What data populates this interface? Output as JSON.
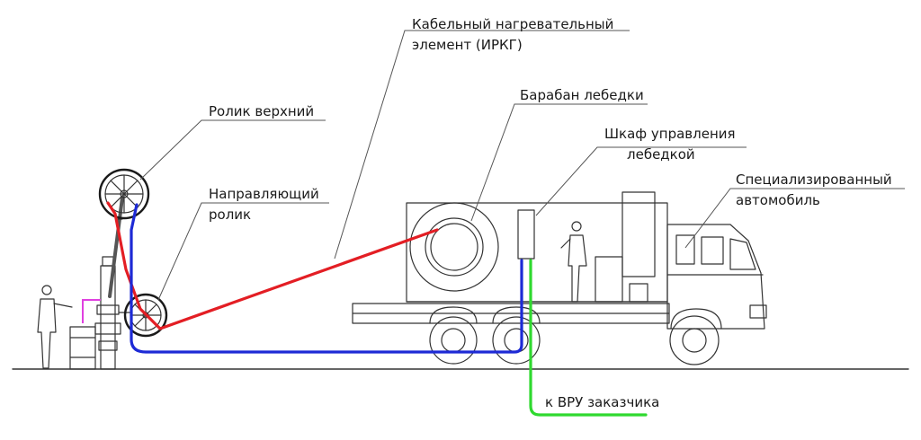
{
  "labels": {
    "cable_heating_element": [
      "Кабельный нагревательный",
      "элемент (ИРКГ)"
    ],
    "winch_drum": "Барабан лебедки",
    "winch_control_cabinet": [
      "Шкаф управления",
      "лебедкой"
    ],
    "upper_roller": "Ролик верхний",
    "guide_roller": [
      "Направляющий",
      "ролик"
    ],
    "special_vehicle": [
      "Специализированный",
      "автомобиль"
    ],
    "to_customer_switchgear": "к ВРУ заказчика"
  },
  "colors": {
    "heating_cable": "#e31e24",
    "power_cable": "#1d2ad6",
    "supply_cable": "#2fd92f",
    "hose": "#e040e0",
    "outline": "#333333",
    "leader": "#555555"
  }
}
